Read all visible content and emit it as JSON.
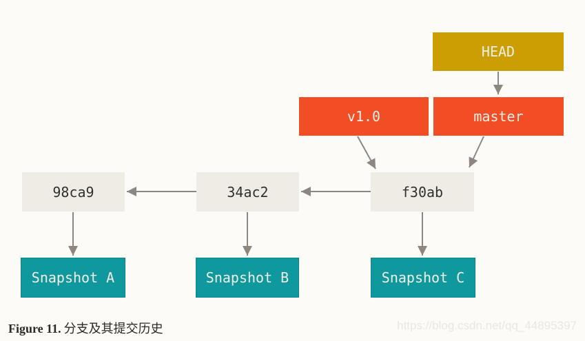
{
  "colors": {
    "background": "#fcfbf7",
    "head-bg": "#cc9e04",
    "ref-bg": "#f24e26",
    "commit-bg": "#eeece4",
    "commit-text": "#31302c",
    "snapshot-bg": "#0f999e",
    "snapshot-border": "#0b878c",
    "box-text": "#f2f0e6",
    "arrow": "#8d8780",
    "caption-text": "#2d2a26",
    "watermark-text": "#e9e7e4"
  },
  "diagram": {
    "head": {
      "label": "HEAD"
    },
    "tag": {
      "label": "v1.0"
    },
    "branch": {
      "label": "master"
    },
    "commits": [
      {
        "id": "98ca9",
        "snapshot": "Snapshot A"
      },
      {
        "id": "34ac2",
        "snapshot": "Snapshot B"
      },
      {
        "id": "f30ab",
        "snapshot": "Snapshot C"
      }
    ]
  },
  "caption": {
    "label": "Figure 11.",
    "title": "分支及其提交历史"
  },
  "watermark": {
    "text": "https://blog.csdn.net/qq_44895397"
  }
}
